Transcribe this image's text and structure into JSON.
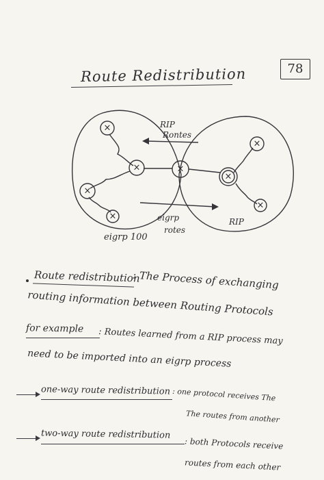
{
  "page": {
    "title": "Route Redistribution",
    "page_number": "78"
  },
  "diagram": {
    "label_rip_routes": [
      "RIP",
      "Rontes"
    ],
    "label_eigrp_routes": [
      "eigrp",
      "rotes"
    ],
    "label_eigrp_domain": "eigrp 100",
    "label_rip_domain": "RIP",
    "router_symbol": "×"
  },
  "notes": {
    "item1": {
      "term": "Route redistribution",
      "line1_rest": ": The Process of exchanging",
      "line2": "routing information between Routing Protocols"
    },
    "item2": {
      "term": "for example",
      "line1_rest": ": Routes learned from a RIP process may",
      "line2": "need to be imported into an eigrp process"
    },
    "item3": {
      "term": "one-way route redistribution",
      "line1_rest": ": one protocol receives The",
      "line2": "The routes from another"
    },
    "item4": {
      "term": "two-way route redistribution",
      "line1_rest": ": both Protocols receive",
      "line2": "routes from each other"
    }
  }
}
